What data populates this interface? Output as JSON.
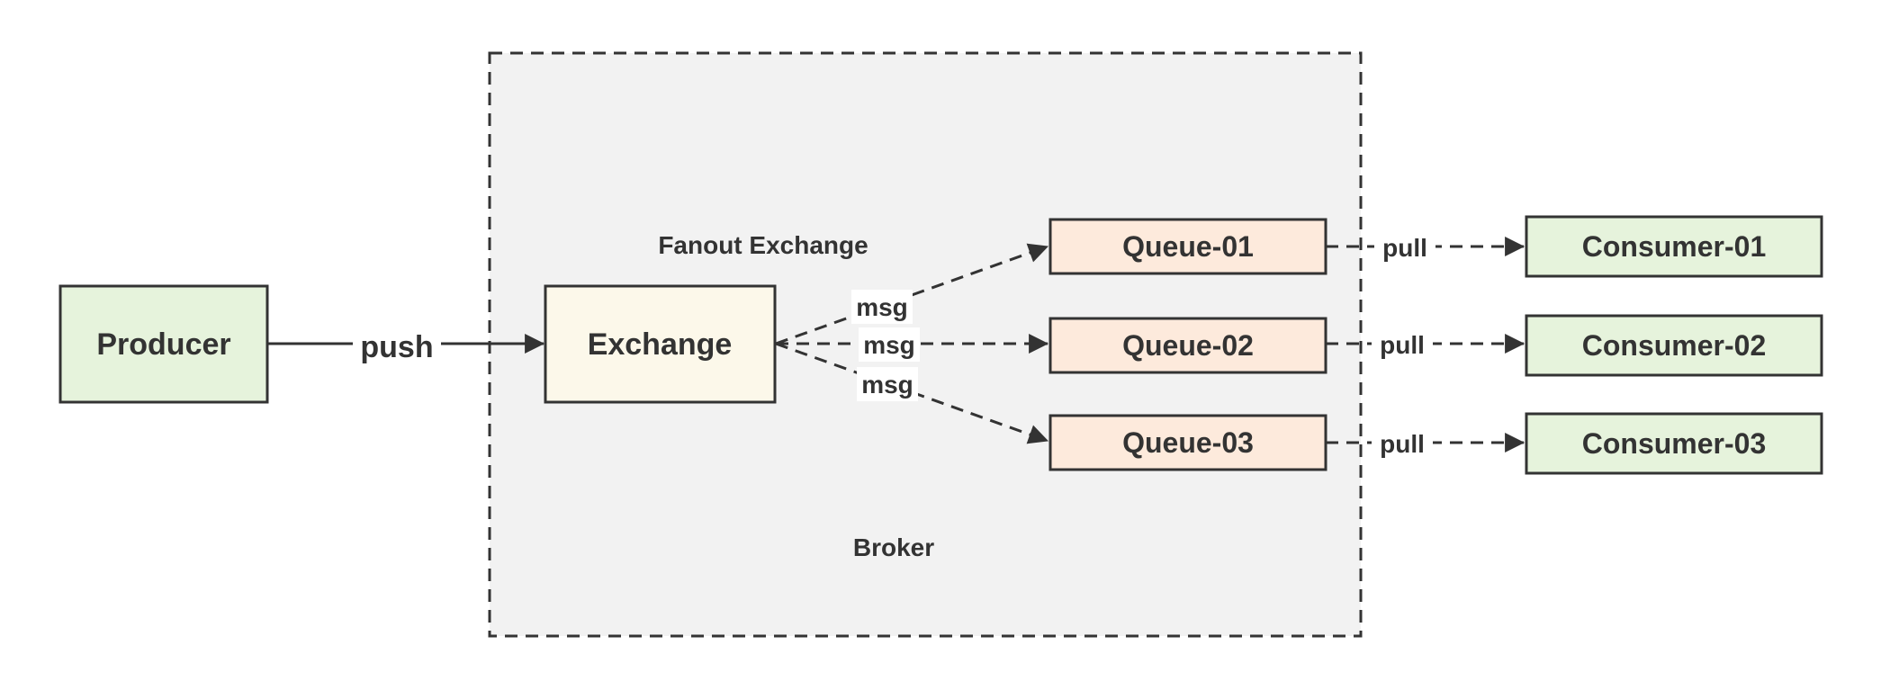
{
  "diagram": {
    "broker_label": "Broker",
    "exchange_group_label": "Fanout Exchange",
    "producer": {
      "label": "Producer"
    },
    "exchange": {
      "label": "Exchange"
    },
    "queues": [
      {
        "label": "Queue-01"
      },
      {
        "label": "Queue-02"
      },
      {
        "label": "Queue-03"
      }
    ],
    "consumers": [
      {
        "label": "Consumer-01"
      },
      {
        "label": "Consumer-02"
      },
      {
        "label": "Consumer-03"
      }
    ],
    "edge_labels": {
      "push": "push",
      "msg": "msg",
      "pull": "pull"
    },
    "colors": {
      "producer_fill": "#e6f3dc",
      "consumer_fill": "#e6f3dc",
      "exchange_fill": "#fcf8ea",
      "queue_fill": "#fdeadc",
      "broker_fill": "#f2f2f2",
      "stroke": "#333333"
    }
  }
}
